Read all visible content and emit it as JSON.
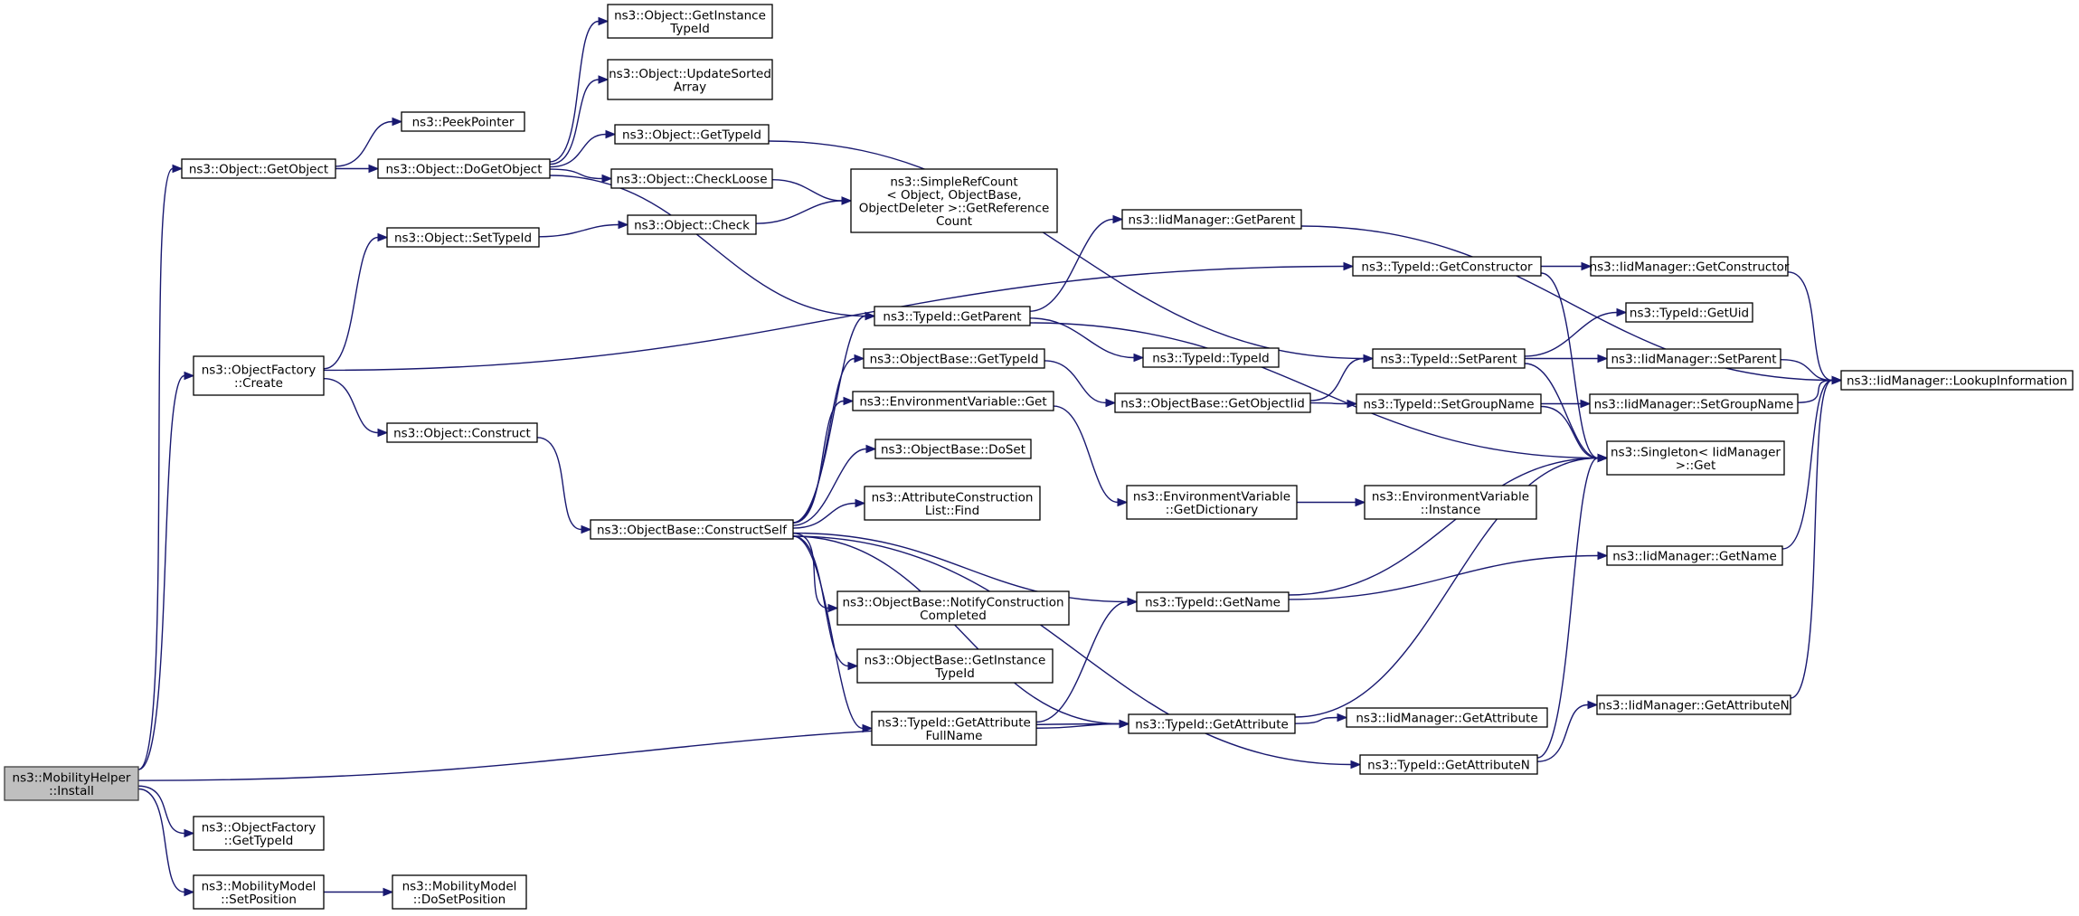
{
  "diagram": {
    "type": "call-graph",
    "nodes": [
      {
        "id": "mh_install",
        "lines": [
          "ns3::MobilityHelper",
          "::Install"
        ],
        "root": true
      },
      {
        "id": "obj_getobject",
        "lines": [
          "ns3::Object::GetObject"
        ]
      },
      {
        "id": "of_create",
        "lines": [
          "ns3::ObjectFactory",
          "::Create"
        ]
      },
      {
        "id": "of_gettypeid",
        "lines": [
          "ns3::ObjectFactory",
          "::GetTypeId"
        ]
      },
      {
        "id": "mm_setposition",
        "lines": [
          "ns3::MobilityModel",
          "::SetPosition"
        ]
      },
      {
        "id": "mm_dosetposition",
        "lines": [
          "ns3::MobilityModel",
          "::DoSetPosition"
        ]
      },
      {
        "id": "obj_dogetobject",
        "lines": [
          "ns3::Object::DoGetObject"
        ]
      },
      {
        "id": "peekpointer",
        "lines": [
          "ns3::PeekPointer"
        ]
      },
      {
        "id": "obj_getinstancetypeid",
        "lines": [
          "ns3::Object::GetInstance",
          "TypeId"
        ]
      },
      {
        "id": "obj_updatesorted",
        "lines": [
          "ns3::Object::UpdateSorted",
          "Array"
        ]
      },
      {
        "id": "obj_gettypeid",
        "lines": [
          "ns3::Object::GetTypeId"
        ]
      },
      {
        "id": "obj_checkloose",
        "lines": [
          "ns3::Object::CheckLoose"
        ]
      },
      {
        "id": "obj_check",
        "lines": [
          "ns3::Object::Check"
        ]
      },
      {
        "id": "simplerefcount",
        "lines": [
          "ns3::SimpleRefCount",
          "< Object, ObjectBase,",
          "ObjectDeleter >::GetReference",
          "Count"
        ]
      },
      {
        "id": "obj_settypeid",
        "lines": [
          "ns3::Object::SetTypeId"
        ]
      },
      {
        "id": "obj_construct",
        "lines": [
          "ns3::Object::Construct"
        ]
      },
      {
        "id": "ob_constructself",
        "lines": [
          "ns3::ObjectBase::ConstructSelf"
        ]
      },
      {
        "id": "tid_getparent",
        "lines": [
          "ns3::TypeId::GetParent"
        ]
      },
      {
        "id": "ob_gettypeid",
        "lines": [
          "ns3::ObjectBase::GetTypeId"
        ]
      },
      {
        "id": "env_get",
        "lines": [
          "ns3::EnvironmentVariable::Get"
        ]
      },
      {
        "id": "ob_doset",
        "lines": [
          "ns3::ObjectBase::DoSet"
        ]
      },
      {
        "id": "acl_find",
        "lines": [
          "ns3::AttributeConstruction",
          "List::Find"
        ]
      },
      {
        "id": "ob_notify",
        "lines": [
          "ns3::ObjectBase::NotifyConstruction",
          "Completed"
        ]
      },
      {
        "id": "ob_getinstancetypeid",
        "lines": [
          "ns3::ObjectBase::GetInstance",
          "TypeId"
        ]
      },
      {
        "id": "tid_getattributefullname",
        "lines": [
          "ns3::TypeId::GetAttribute",
          "FullName"
        ]
      },
      {
        "id": "iid_getparent",
        "lines": [
          "ns3::IidManager::GetParent"
        ]
      },
      {
        "id": "tid_typeid",
        "lines": [
          "ns3::TypeId::TypeId"
        ]
      },
      {
        "id": "ob_getobjectiid",
        "lines": [
          "ns3::ObjectBase::GetObjectIid"
        ]
      },
      {
        "id": "env_getdictionary",
        "lines": [
          "ns3::EnvironmentVariable",
          "::GetDictionary"
        ]
      },
      {
        "id": "tid_getname",
        "lines": [
          "ns3::TypeId::GetName"
        ]
      },
      {
        "id": "tid_getattribute",
        "lines": [
          "ns3::TypeId::GetAttribute"
        ]
      },
      {
        "id": "tid_getattributen",
        "lines": [
          "ns3::TypeId::GetAttributeN"
        ]
      },
      {
        "id": "tid_getconstructor",
        "lines": [
          "ns3::TypeId::GetConstructor"
        ]
      },
      {
        "id": "tid_setparent",
        "lines": [
          "ns3::TypeId::SetParent"
        ]
      },
      {
        "id": "tid_setgroupname",
        "lines": [
          "ns3::TypeId::SetGroupName"
        ]
      },
      {
        "id": "env_instance",
        "lines": [
          "ns3::EnvironmentVariable",
          "::Instance"
        ]
      },
      {
        "id": "iid_getattribute",
        "lines": [
          "ns3::IidManager::GetAttribute"
        ]
      },
      {
        "id": "iid_getconstructor",
        "lines": [
          "ns3::IidManager::GetConstructor"
        ]
      },
      {
        "id": "tid_getuid",
        "lines": [
          "ns3::TypeId::GetUid"
        ]
      },
      {
        "id": "iid_setparent",
        "lines": [
          "ns3::IidManager::SetParent"
        ]
      },
      {
        "id": "iid_setgroupname",
        "lines": [
          "ns3::IidManager::SetGroupName"
        ]
      },
      {
        "id": "singleton_get",
        "lines": [
          "ns3::Singleton< IidManager",
          " >::Get"
        ]
      },
      {
        "id": "iid_getname",
        "lines": [
          "ns3::IidManager::GetName"
        ]
      },
      {
        "id": "iid_getattributen",
        "lines": [
          "ns3::IidManager::GetAttributeN"
        ]
      },
      {
        "id": "iid_lookupinformation",
        "lines": [
          "ns3::IidManager::LookupInformation"
        ]
      }
    ],
    "edges": [
      [
        "mh_install",
        "obj_getobject"
      ],
      [
        "mh_install",
        "of_create"
      ],
      [
        "mh_install",
        "of_gettypeid"
      ],
      [
        "mh_install",
        "mm_setposition"
      ],
      [
        "mh_install",
        "tid_getattribute"
      ],
      [
        "obj_getobject",
        "obj_dogetobject"
      ],
      [
        "obj_getobject",
        "peekpointer"
      ],
      [
        "obj_dogetobject",
        "obj_getinstancetypeid"
      ],
      [
        "obj_dogetobject",
        "obj_updatesorted"
      ],
      [
        "obj_dogetobject",
        "obj_gettypeid"
      ],
      [
        "obj_dogetobject",
        "obj_checkloose"
      ],
      [
        "obj_dogetobject",
        "tid_getparent"
      ],
      [
        "obj_gettypeid",
        "tid_setparent"
      ],
      [
        "obj_checkloose",
        "simplerefcount"
      ],
      [
        "obj_check",
        "simplerefcount"
      ],
      [
        "obj_settypeid",
        "obj_check"
      ],
      [
        "of_create",
        "obj_settypeid"
      ],
      [
        "of_create",
        "obj_construct"
      ],
      [
        "of_create",
        "tid_getconstructor"
      ],
      [
        "obj_construct",
        "ob_constructself"
      ],
      [
        "mm_setposition",
        "mm_dosetposition"
      ],
      [
        "ob_constructself",
        "tid_getparent"
      ],
      [
        "ob_constructself",
        "ob_gettypeid"
      ],
      [
        "ob_constructself",
        "env_get"
      ],
      [
        "ob_constructself",
        "ob_doset"
      ],
      [
        "ob_constructself",
        "acl_find"
      ],
      [
        "ob_constructself",
        "ob_notify"
      ],
      [
        "ob_constructself",
        "ob_getinstancetypeid"
      ],
      [
        "ob_constructself",
        "tid_getattributefullname"
      ],
      [
        "ob_constructself",
        "tid_getname"
      ],
      [
        "ob_constructself",
        "tid_getattribute"
      ],
      [
        "ob_constructself",
        "tid_getattributen"
      ],
      [
        "tid_getparent",
        "iid_getparent"
      ],
      [
        "tid_getparent",
        "tid_typeid"
      ],
      [
        "tid_getparent",
        "singleton_get"
      ],
      [
        "ob_gettypeid",
        "ob_getobjectiid"
      ],
      [
        "ob_getobjectiid",
        "tid_setparent"
      ],
      [
        "ob_getobjectiid",
        "tid_setgroupname"
      ],
      [
        "env_get",
        "env_getdictionary"
      ],
      [
        "env_getdictionary",
        "env_instance"
      ],
      [
        "tid_getattributefullname",
        "tid_getname"
      ],
      [
        "tid_getattributefullname",
        "tid_getattribute"
      ],
      [
        "tid_getname",
        "singleton_get"
      ],
      [
        "tid_getname",
        "iid_getname"
      ],
      [
        "tid_getattribute",
        "iid_getattribute"
      ],
      [
        "tid_getattribute",
        "singleton_get"
      ],
      [
        "tid_getattributen",
        "iid_getattributen"
      ],
      [
        "tid_getattributen",
        "singleton_get"
      ],
      [
        "tid_getconstructor",
        "iid_getconstructor"
      ],
      [
        "tid_getconstructor",
        "singleton_get"
      ],
      [
        "tid_setparent",
        "tid_getuid"
      ],
      [
        "tid_setparent",
        "iid_setparent"
      ],
      [
        "tid_setparent",
        "singleton_get"
      ],
      [
        "tid_setgroupname",
        "iid_setgroupname"
      ],
      [
        "tid_setgroupname",
        "singleton_get"
      ],
      [
        "iid_getparent",
        "iid_lookupinformation"
      ],
      [
        "iid_getconstructor",
        "iid_lookupinformation"
      ],
      [
        "iid_setparent",
        "iid_lookupinformation"
      ],
      [
        "iid_setgroupname",
        "iid_lookupinformation"
      ],
      [
        "iid_getname",
        "iid_lookupinformation"
      ],
      [
        "iid_getattributen",
        "iid_lookupinformation"
      ]
    ]
  }
}
